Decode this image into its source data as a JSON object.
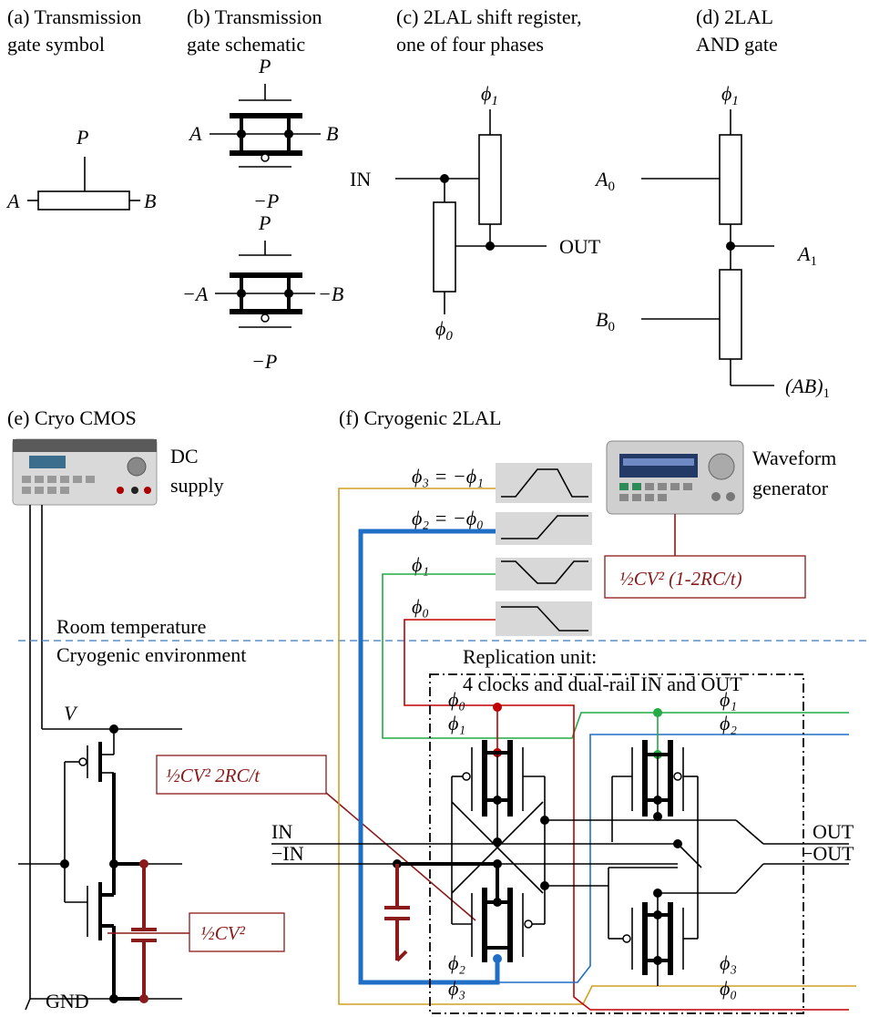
{
  "panels": {
    "a": {
      "title_line1": "(a) Transmission",
      "title_line2": "gate symbol",
      "p": "P",
      "a": "A",
      "b": "B"
    },
    "b": {
      "title_line1": "(b) Transmission",
      "title_line2": "gate schematic",
      "top": {
        "p": "P",
        "a": "A",
        "b": "B",
        "np": "−P"
      },
      "bottom": {
        "p": "P",
        "a": "−A",
        "b": "−B",
        "np": "−P"
      }
    },
    "c": {
      "title_line1": "(c) 2LAL shift register,",
      "title_line2": "one of four phases",
      "in": "IN",
      "out": "OUT",
      "phi": "ϕ",
      "sub1": "1",
      "sub0": "0"
    },
    "d": {
      "title_line1": "(d) 2LAL",
      "title_line2": "AND gate",
      "phi": "ϕ",
      "sub1": "1",
      "a0": "A",
      "a0sub": "0",
      "a1": "A",
      "a1sub": "1",
      "b0": "B",
      "b0sub": "0",
      "ab": "(AB)",
      "absub": "1"
    },
    "e": {
      "title": "(e) Cryo CMOS",
      "supply_line1": "DC",
      "supply_line2": "supply",
      "v": "V",
      "gnd": "GND",
      "callout_gate": "½CV² 2RC/t",
      "callout_cap": "½CV²"
    },
    "f": {
      "title": "(f) Cryogenic 2LAL",
      "gen_line1": "Waveform",
      "gen_line2": "generator",
      "phi3_eq": "ϕ₃ = −ϕ₁",
      "phi2_eq": "ϕ₂ = −ϕ₀",
      "phi1": "ϕ₁",
      "phi0": "ϕ₀",
      "callout_gen": "½CV² (1-2RC/t)",
      "room": "Room temperature",
      "cryo": "Cryogenic environment",
      "unit_line1": "Replication unit:",
      "unit_line2": "4 clocks and dual-rail IN and OUT",
      "in": "IN",
      "nin": "−IN",
      "out": "OUT",
      "nout": "−OUT",
      "l_phi0": "ϕ₀",
      "l_phi1": "ϕ₁",
      "l_phi2": "ϕ₂",
      "l_phi3": "ϕ₃",
      "r_phi1": "ϕ₁",
      "r_phi2": "ϕ₂",
      "r_phi3": "ϕ₃",
      "r_phi0": "ϕ₀"
    }
  },
  "colors": {
    "phi0": "#c00000",
    "phi1": "#22aa44",
    "phi2": "#1f6fc6",
    "phi3": "#d1a024",
    "energy": "#8b1a1a",
    "divider": "#5b8fc9"
  },
  "icons": [
    "dc-supply-icon",
    "waveform-generator-icon",
    "transmission-gate-icon",
    "capacitor-icon",
    "pmos-icon",
    "nmos-icon"
  ]
}
